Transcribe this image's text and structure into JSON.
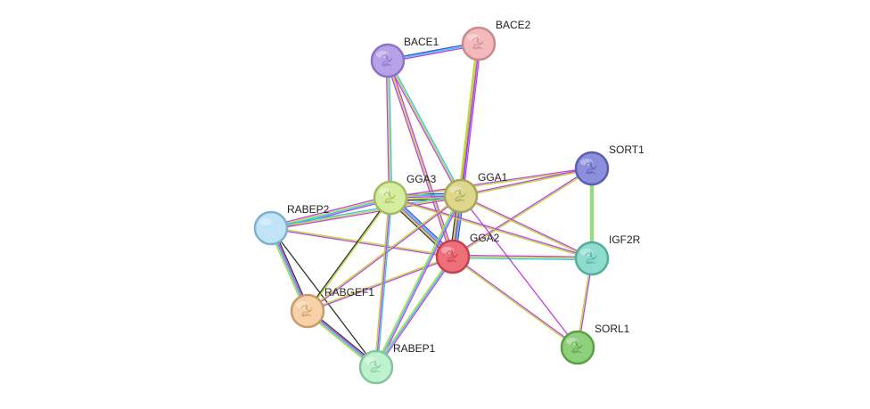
{
  "network": {
    "nodes": [
      {
        "id": "bace1",
        "label": "BACE1",
        "fill": "#b7a2e8",
        "stroke": "#8a72c6",
        "icon": "protein-structure-icon"
      },
      {
        "id": "bace2",
        "label": "BACE2",
        "fill": "#f4b9bc",
        "stroke": "#c98a8d",
        "icon": "protein-structure-icon"
      },
      {
        "id": "sort1",
        "label": "SORT1",
        "fill": "#8c8fdc",
        "stroke": "#5a5eb0",
        "icon": "protein-structure-icon"
      },
      {
        "id": "gga3",
        "label": "GGA3",
        "fill": "#d6ec9e",
        "stroke": "#9fbd5c",
        "icon": "protein-structure-icon"
      },
      {
        "id": "gga1",
        "label": "GGA1",
        "fill": "#dcd78a",
        "stroke": "#aaa458",
        "icon": "protein-structure-icon"
      },
      {
        "id": "rabep2",
        "label": "RABEP2",
        "fill": "#bfe4f8",
        "stroke": "#82aed0",
        "icon": "empty-node-icon"
      },
      {
        "id": "gga2",
        "label": "GGA2",
        "fill": "#ee6f78",
        "stroke": "#c0424c",
        "icon": "protein-structure-icon"
      },
      {
        "id": "igf2r",
        "label": "IGF2R",
        "fill": "#8fdccf",
        "stroke": "#4fae9e",
        "icon": "protein-structure-icon"
      },
      {
        "id": "rabgef1",
        "label": "RABGEF1",
        "fill": "#f8d1a8",
        "stroke": "#c99a6b",
        "icon": "protein-structure-icon"
      },
      {
        "id": "sorl1",
        "label": "SORL1",
        "fill": "#8fd07c",
        "stroke": "#5a9e46",
        "icon": "protein-structure-icon"
      },
      {
        "id": "rabep1",
        "label": "RABEP1",
        "fill": "#bdf2cf",
        "stroke": "#86c49c",
        "icon": "protein-structure-icon"
      }
    ],
    "edges": [
      {
        "a": "bace1",
        "b": "bace2",
        "colors": [
          "#3b50e6",
          "#2fc4e8",
          "#c040e0"
        ]
      },
      {
        "a": "bace1",
        "b": "gga3",
        "colors": [
          "#2fc4e8",
          "#b8d832",
          "#c040e0"
        ]
      },
      {
        "a": "bace1",
        "b": "gga1",
        "colors": [
          "#2fc4e8",
          "#b8d832",
          "#c040e0"
        ]
      },
      {
        "a": "bace1",
        "b": "gga2",
        "colors": [
          "#c040e0",
          "#b8d832",
          "#c040e0"
        ]
      },
      {
        "a": "bace2",
        "b": "gga1",
        "colors": [
          "#c040e0",
          "#3b50e6",
          "#b8d832",
          "#b8d832"
        ]
      },
      {
        "a": "bace2",
        "b": "gga2",
        "colors": [
          "#c040e0",
          "#b8d832"
        ]
      },
      {
        "a": "gga3",
        "b": "gga1",
        "colors": [
          "#3b50e6",
          "#2fc4e8",
          "#c040e0",
          "#b8d832",
          "#333333"
        ]
      },
      {
        "a": "gga3",
        "b": "gga2",
        "colors": [
          "#3b50e6",
          "#2fc4e8",
          "#c040e0",
          "#b8d832",
          "#333333"
        ]
      },
      {
        "a": "gga1",
        "b": "gga2",
        "colors": [
          "#3b50e6",
          "#2fc4e8",
          "#c040e0",
          "#b8d832",
          "#333333"
        ]
      },
      {
        "a": "gga3",
        "b": "rabep2",
        "colors": [
          "#c040e0",
          "#2fc4e8",
          "#b8d832",
          "#c040e0"
        ]
      },
      {
        "a": "gga1",
        "b": "rabep2",
        "colors": [
          "#c040e0",
          "#b8d832",
          "#2fc4e8"
        ]
      },
      {
        "a": "gga2",
        "b": "rabep2",
        "colors": [
          "#c040e0",
          "#b8d832"
        ]
      },
      {
        "a": "gga3",
        "b": "sort1",
        "colors": [
          "#c040e0",
          "#b8d832"
        ]
      },
      {
        "a": "gga1",
        "b": "sort1",
        "colors": [
          "#c040e0",
          "#b8d832"
        ]
      },
      {
        "a": "gga2",
        "b": "sort1",
        "colors": [
          "#c040e0",
          "#b8d832"
        ]
      },
      {
        "a": "gga3",
        "b": "igf2r",
        "colors": [
          "#c040e0",
          "#b8d832"
        ]
      },
      {
        "a": "gga1",
        "b": "igf2r",
        "colors": [
          "#c040e0",
          "#b8d832"
        ]
      },
      {
        "a": "gga2",
        "b": "igf2r",
        "colors": [
          "#c040e0",
          "#b8d832",
          "#2fc4e8"
        ]
      },
      {
        "a": "gga1",
        "b": "sorl1",
        "colors": [
          "#c040e0"
        ]
      },
      {
        "a": "gga2",
        "b": "sorl1",
        "colors": [
          "#c040e0",
          "#b8d832"
        ]
      },
      {
        "a": "sort1",
        "b": "igf2r",
        "colors": [
          "#b8d832",
          "#2fc4e8",
          "#b8d832"
        ]
      },
      {
        "a": "igf2r",
        "b": "sorl1",
        "colors": [
          "#c040e0",
          "#b8d832"
        ]
      },
      {
        "a": "rabep2",
        "b": "rabgef1",
        "colors": [
          "#333333",
          "#c040e0",
          "#2fc4e8",
          "#b8d832"
        ]
      },
      {
        "a": "rabep2",
        "b": "rabep1",
        "colors": [
          "#333333"
        ]
      },
      {
        "a": "rabgef1",
        "b": "rabep1",
        "colors": [
          "#333333",
          "#c040e0",
          "#2fc4e8",
          "#b8d832"
        ]
      },
      {
        "a": "gga3",
        "b": "rabgef1",
        "colors": [
          "#b8d832",
          "#333333"
        ]
      },
      {
        "a": "gga1",
        "b": "rabgef1",
        "colors": [
          "#c040e0",
          "#b8d832"
        ]
      },
      {
        "a": "gga2",
        "b": "rabgef1",
        "colors": [
          "#c040e0",
          "#b8d832"
        ]
      },
      {
        "a": "gga3",
        "b": "rabep1",
        "colors": [
          "#2fc4e8",
          "#c040e0",
          "#b8d832"
        ]
      },
      {
        "a": "gga1",
        "b": "rabep1",
        "colors": [
          "#c040e0",
          "#2fc4e8",
          "#b8d832"
        ]
      },
      {
        "a": "gga2",
        "b": "rabep1",
        "colors": [
          "#c040e0",
          "#2fc4e8",
          "#b8d832"
        ]
      }
    ]
  }
}
